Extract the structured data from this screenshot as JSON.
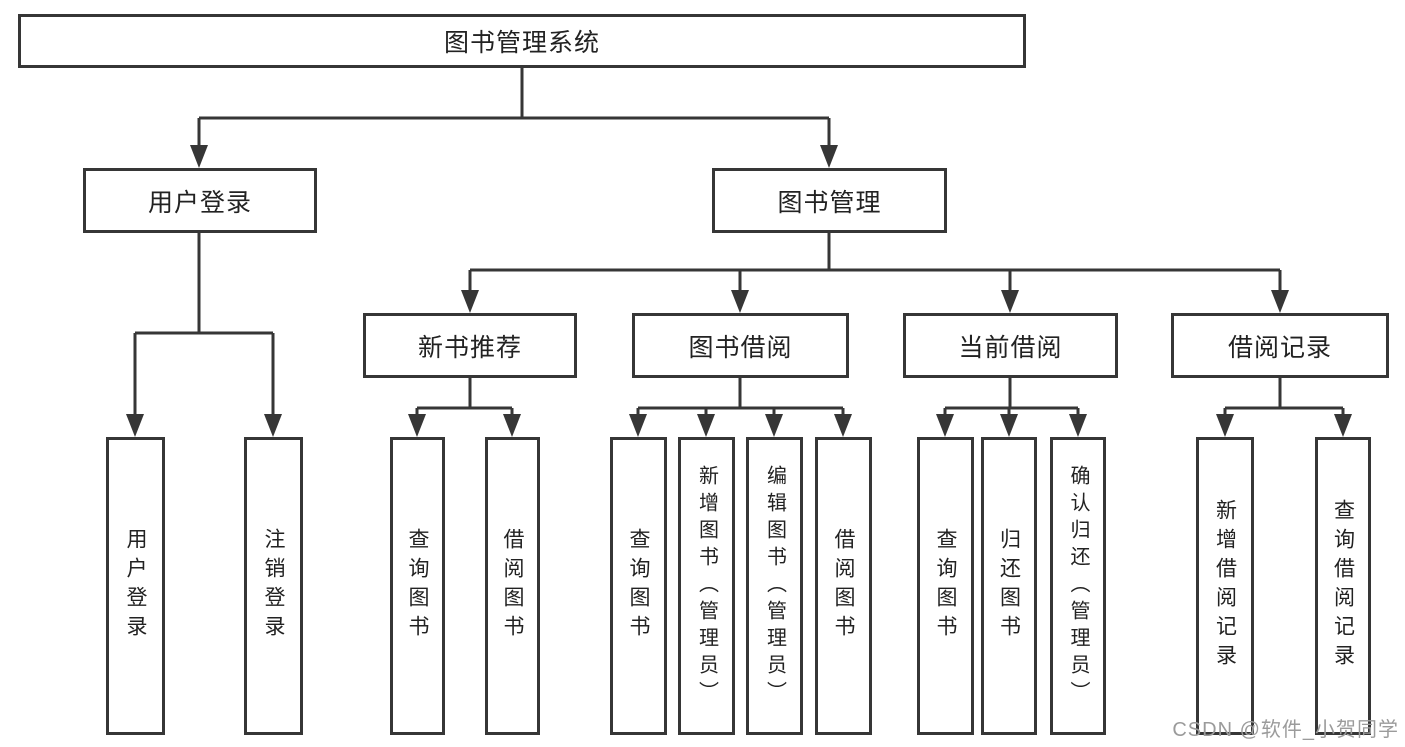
{
  "diagram": {
    "root": {
      "label": "图书管理系统"
    },
    "level2": {
      "user_login": {
        "label": "用户登录"
      },
      "book_management": {
        "label": "图书管理"
      }
    },
    "level3": {
      "new_book_recommendation": {
        "label": "新书推荐"
      },
      "book_borrowing": {
        "label": "图书借阅"
      },
      "current_borrowing": {
        "label": "当前借阅"
      },
      "borrowing_records": {
        "label": "借阅记录"
      }
    },
    "leaves": {
      "user_login": {
        "label": "用户登录"
      },
      "logout": {
        "label": "注销登录"
      },
      "recommend_query_book": {
        "label": "查询图书"
      },
      "recommend_borrow_book": {
        "label": "借阅图书"
      },
      "borrow_query_book": {
        "label": "查询图书"
      },
      "borrow_add_book_admin": {
        "label": "新增图书（管理员）"
      },
      "borrow_edit_book_admin": {
        "label": "编辑图书（管理员）"
      },
      "borrow_borrow_book": {
        "label": "借阅图书"
      },
      "current_query_book": {
        "label": "查询图书"
      },
      "current_return_book": {
        "label": "归还图书"
      },
      "current_confirm_return_admin": {
        "label": "确认归还（管理员）"
      },
      "record_add_borrow_record": {
        "label": "新增借阅记录"
      },
      "record_query_borrow_record": {
        "label": "查询借阅记录"
      }
    }
  },
  "watermark": {
    "text": "CSDN @软件_小贺同学"
  },
  "colors": {
    "line": "#363636",
    "text": "#222222",
    "watermark": "#9b9b9b",
    "background": "#ffffff"
  }
}
